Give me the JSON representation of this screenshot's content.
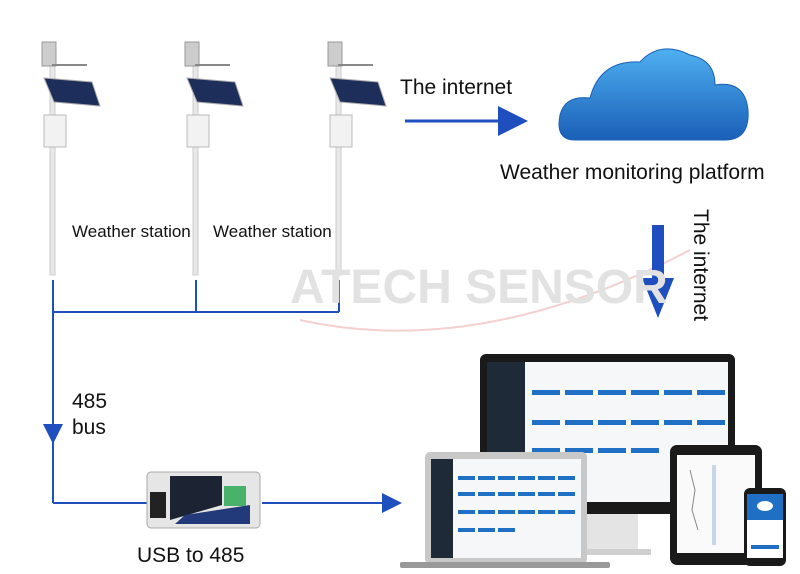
{
  "watermark": "ATECH SENSOR",
  "labels": {
    "station_1": "Weather station",
    "station_2": "Weather station",
    "internet_top": "The internet",
    "platform": "Weather monitoring platform",
    "internet_side": "The internet",
    "bus_line1": "485",
    "bus_line2": "bus",
    "converter": "USB to 485"
  },
  "colors": {
    "line": "#1f4fbf",
    "cloud": "#2a7fd4",
    "screen_header": "#1f6fc4",
    "sidebar": "#1e2a38"
  }
}
